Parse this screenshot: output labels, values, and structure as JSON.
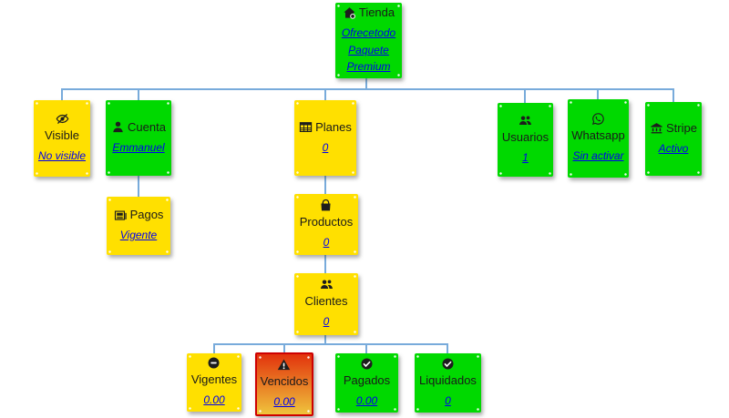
{
  "colors": {
    "green": "#00D900",
    "yellow": "#FFE000",
    "danger_top": "#E2330D",
    "danger_bottom": "#EFC43C",
    "danger_border": "#CE0000",
    "connector": "#78ABDB",
    "link": "#0000EE",
    "text": "#1A1A1A"
  },
  "nodes": {
    "tienda": {
      "label": "Tienda",
      "link": "Ofrecetodo Paquete Premium",
      "icon": "store-icon",
      "status_color": "green"
    },
    "visible": {
      "label": "Visible",
      "link": "No visible",
      "icon": "eye-slash-icon",
      "status_color": "yellow"
    },
    "cuenta": {
      "label": "Cuenta",
      "link": "Emmanuel",
      "icon": "user-icon",
      "status_color": "green"
    },
    "pagos": {
      "label": "Pagos",
      "link": "Vigente",
      "icon": "newspaper-icon",
      "status_color": "yellow"
    },
    "planes": {
      "label": "Planes",
      "link": "0",
      "icon": "table-icon",
      "status_color": "yellow"
    },
    "productos": {
      "label": "Productos",
      "link": "0",
      "icon": "shopping-bag-icon",
      "status_color": "yellow"
    },
    "clientes": {
      "label": "Clientes",
      "link": "0",
      "icon": "users-icon",
      "status_color": "yellow"
    },
    "usuarios": {
      "label": "Usuarios",
      "link": "1",
      "icon": "users-icon",
      "status_color": "green"
    },
    "whatsapp": {
      "label": "Whatsapp",
      "link": "Sin activar",
      "icon": "whatsapp-icon",
      "status_color": "green"
    },
    "stripe": {
      "label": "Stripe",
      "link": "Activo",
      "icon": "bank-icon",
      "status_color": "green"
    },
    "vigentes": {
      "label": "Vigentes",
      "link": "0.00",
      "icon": "minus-circle-icon",
      "status_color": "yellow"
    },
    "vencidos": {
      "label": "Vencidos",
      "link": "0.00",
      "icon": "warning-triangle-icon",
      "status_color": "danger"
    },
    "pagados": {
      "label": "Pagados",
      "link": "0.00",
      "icon": "check-circle-icon",
      "status_color": "green"
    },
    "liquidados": {
      "label": "Liquidados",
      "link": "0",
      "icon": "check-circle-icon",
      "status_color": "green"
    }
  }
}
